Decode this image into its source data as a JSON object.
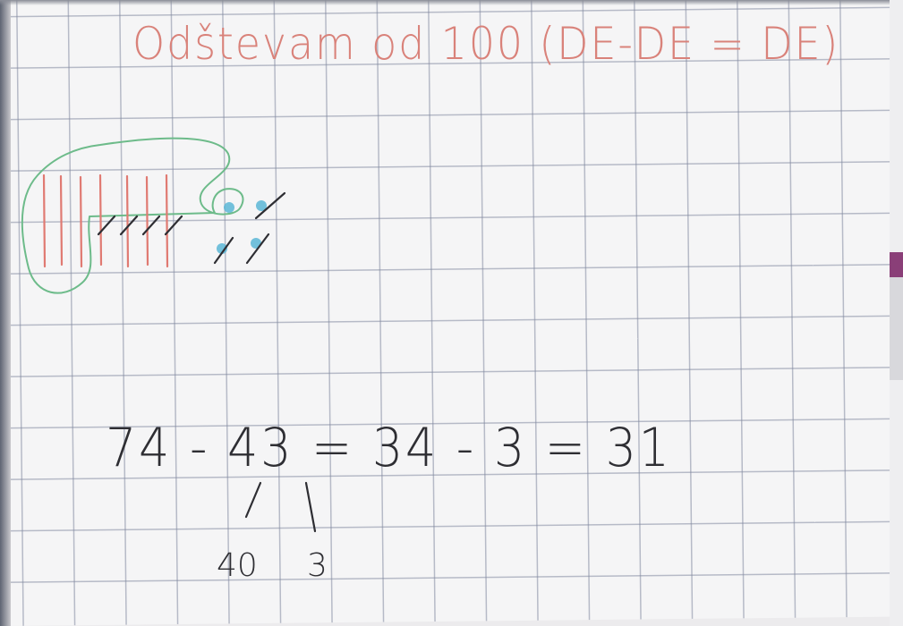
{
  "title": "Odštevam od 100 (DE-DE = DE)",
  "equation": "74 - 43 = 34 - 3 = 31",
  "decomposition": {
    "tens": "40",
    "ones": "3"
  },
  "ink_colors": {
    "title": "#d9827a",
    "equation": "#2e2e33",
    "tens_bars": "#e07a72",
    "loop": "#6dbb8a",
    "cross_marks": "#2e2e33",
    "unit_dots": "#5bb6d6"
  },
  "model": {
    "tens_bars": 7,
    "units_dots": 4,
    "crossed_tens": 4,
    "crossed_units": 3
  }
}
